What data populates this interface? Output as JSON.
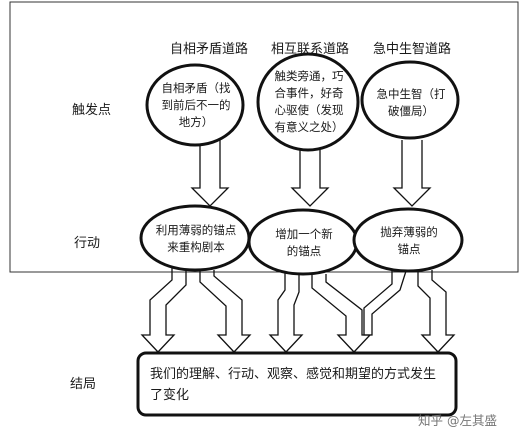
{
  "paths": {
    "p1": "自相矛盾道路",
    "p2": "相互联系道路",
    "p3": "急中生智道路"
  },
  "rows": {
    "trigger": "触发点",
    "action": "行动",
    "result": "结局"
  },
  "triggers": {
    "t1": "自相矛盾（找到前后不一的地方）",
    "t2": "触类旁通，巧合事件，好奇心驱使（发现有意义之处）",
    "t3": "急中生智（打破僵局）"
  },
  "actions": {
    "a1": "利用薄弱的锚点来重构剧本",
    "a2": "增加一个新的锚点",
    "a3": "抛弃薄弱的锚点"
  },
  "outcome": "我们的理解、行动、观察、感觉和期望的方式发生了变化",
  "watermark": "知乎 @左其盛"
}
